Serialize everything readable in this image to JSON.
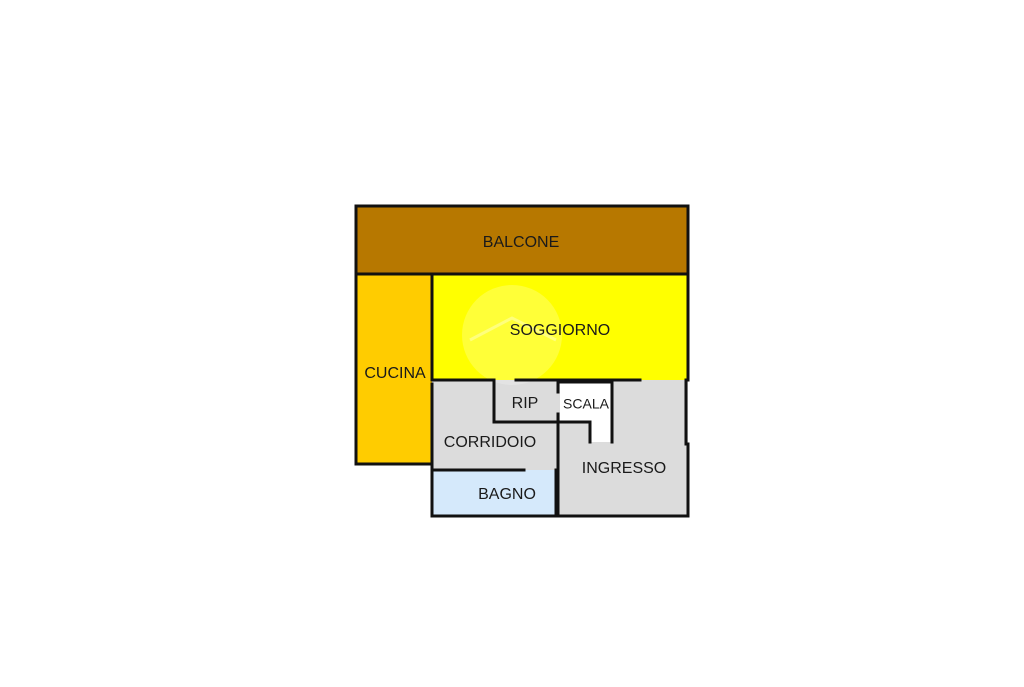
{
  "floorplan": {
    "rooms": {
      "balcone": {
        "label": "BALCONE",
        "color": "#b77800"
      },
      "cucina": {
        "label": "CUCINA",
        "color": "#ffcc00"
      },
      "soggiorno": {
        "label": "SOGGIORNO",
        "color": "#ffff00"
      },
      "rip": {
        "label": "RIP",
        "color": "#dcdcdc"
      },
      "scala": {
        "label": "SCALA",
        "color": "#ffffff"
      },
      "corridoio": {
        "label": "CORRIDOIO",
        "color": "#dcdcdc"
      },
      "ingresso": {
        "label": "INGRESSO",
        "color": "#dcdcdc"
      },
      "bagno": {
        "label": "BAGNO",
        "color": "#d5e9fb"
      }
    },
    "wall_color": "#111111"
  }
}
